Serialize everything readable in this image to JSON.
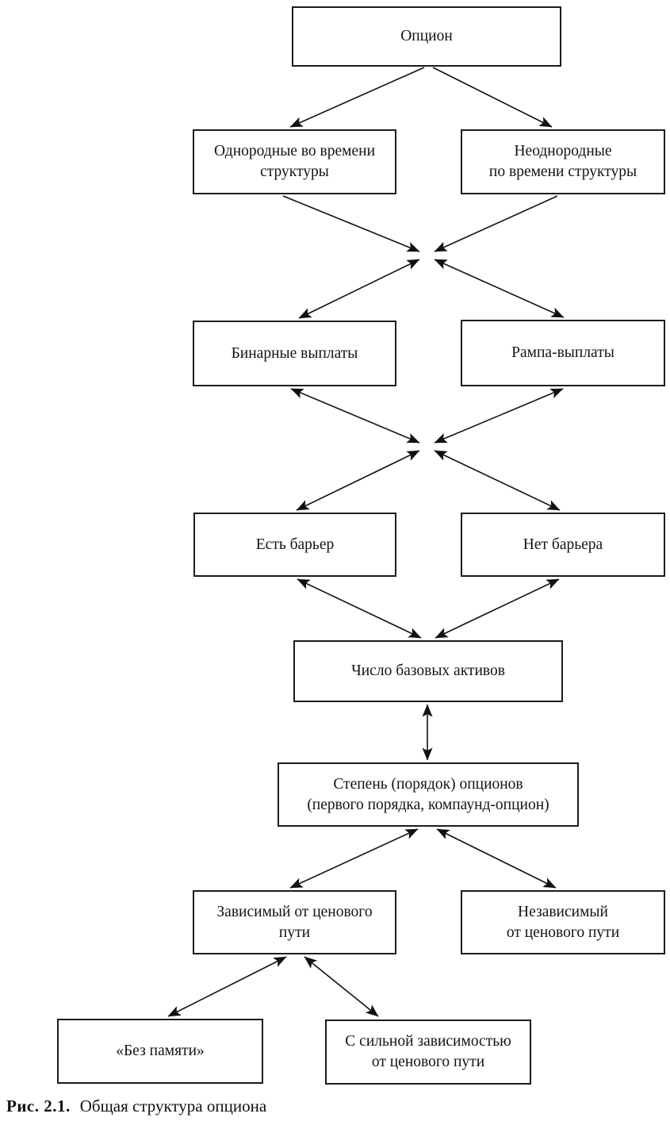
{
  "figure": {
    "caption_label": "Рис. 2.1.",
    "caption_text": "Общая структура опциона"
  },
  "nodes": {
    "option": {
      "lines": [
        "Опцион"
      ]
    },
    "time_homogeneous": {
      "lines": [
        "Однородные во времени",
        "структуры"
      ]
    },
    "time_inhomogeneous": {
      "lines": [
        "Неоднородные",
        "по времени структуры"
      ]
    },
    "binary_payoffs": {
      "lines": [
        "Бинарные выплаты"
      ]
    },
    "ramp_payoffs": {
      "lines": [
        "Рампа-выплаты"
      ]
    },
    "has_barrier": {
      "lines": [
        "Есть барьер"
      ]
    },
    "no_barrier": {
      "lines": [
        "Нет барьера"
      ]
    },
    "num_underlyings": {
      "lines": [
        "Число базовых активов"
      ]
    },
    "option_order": {
      "lines": [
        "Степень (порядок) опционов",
        "(первого порядка, компаунд-опцион)"
      ]
    },
    "path_dependent": {
      "lines": [
        "Зависимый от ценового",
        "пути"
      ]
    },
    "path_independent": {
      "lines": [
        "Независимый",
        "от ценового пути"
      ]
    },
    "memoryless": {
      "lines": [
        "«Без памяти»"
      ]
    },
    "strong_path_dependence": {
      "lines": [
        "С сильной зависимостью",
        "от ценового пути"
      ]
    }
  },
  "colors": {
    "line": "#111111",
    "border": "#1c1c1c",
    "background": "#ffffff",
    "text": "#141414"
  }
}
